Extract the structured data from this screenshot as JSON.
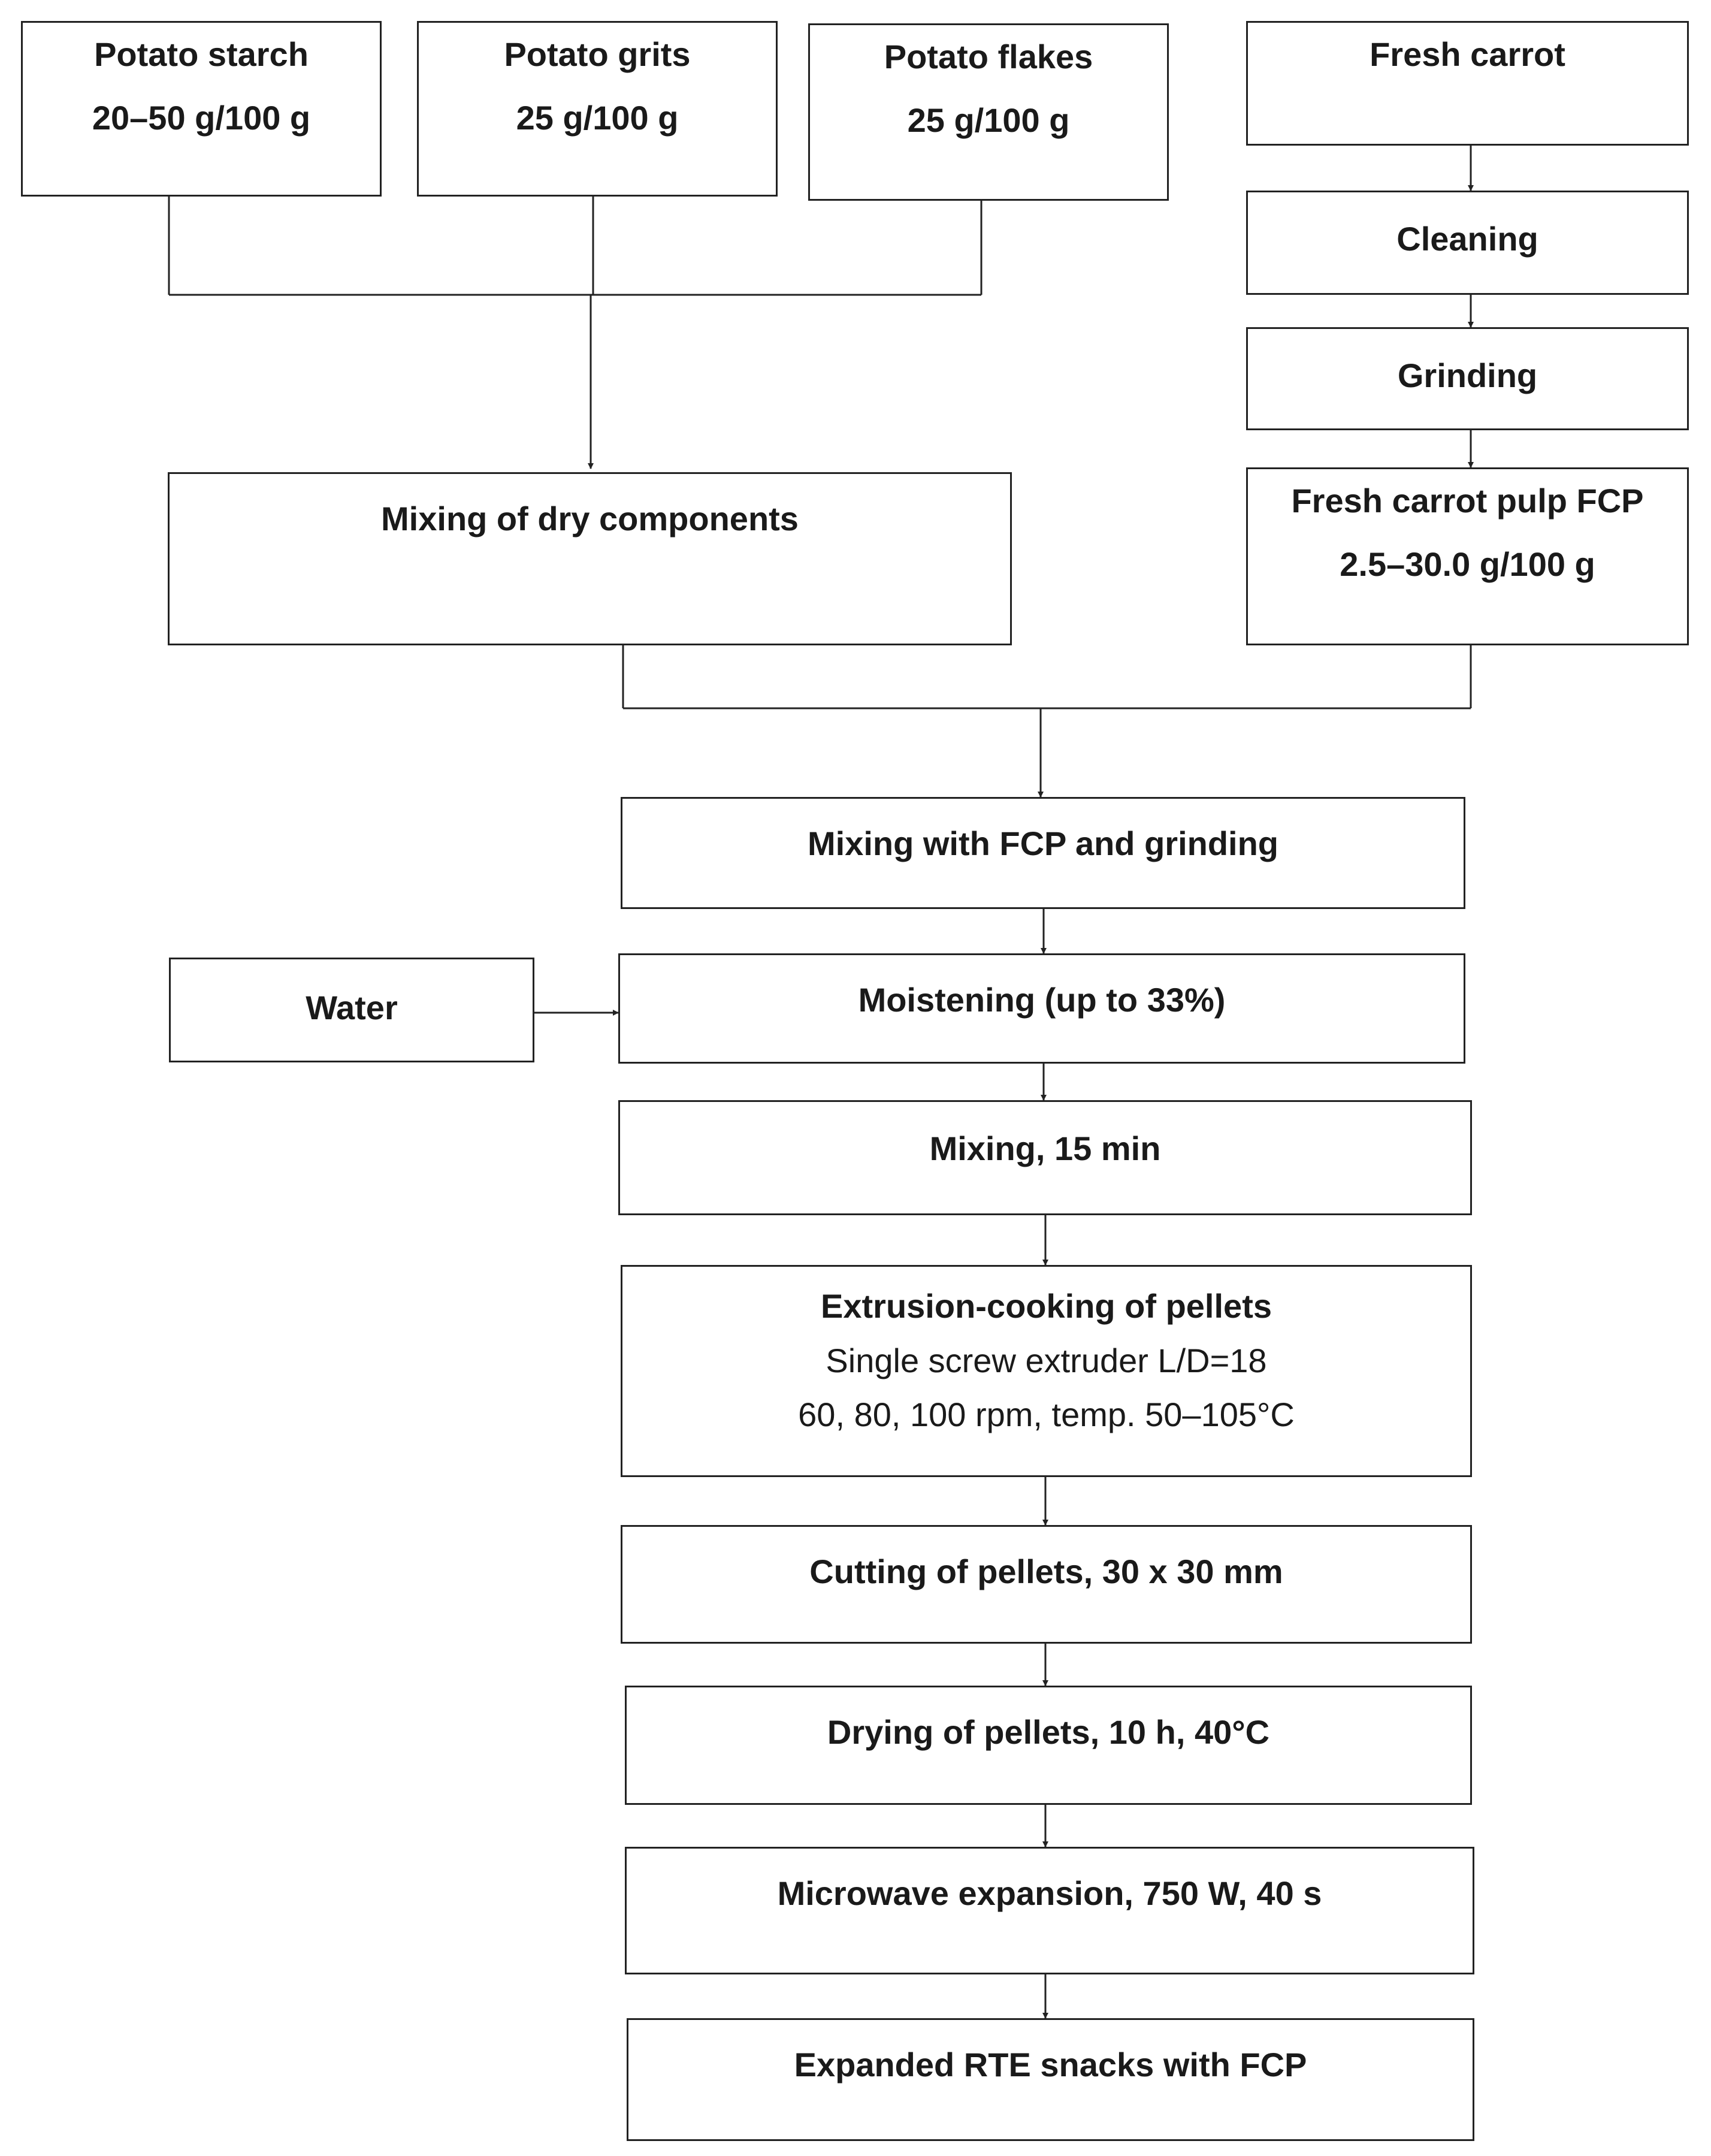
{
  "flowchart": {
    "potato_starch": [
      "Potato starch",
      "20–50 g/100 g"
    ],
    "potato_grits": [
      "Potato grits",
      "25 g/100 g"
    ],
    "potato_flakes": [
      "Potato flakes",
      "25 g/100 g"
    ],
    "fresh_carrot": [
      "Fresh carrot"
    ],
    "cleaning": [
      "Cleaning"
    ],
    "grinding": [
      "Grinding"
    ],
    "fresh_carrot_pulp": [
      "Fresh carrot pulp FCP",
      "2.5–30.0 g/100 g"
    ],
    "mixing_dry": [
      "Mixing of dry components"
    ],
    "mixing_fcp": [
      "Mixing with FCP and grinding"
    ],
    "water": [
      "Water"
    ],
    "moistening": [
      "Moistening (up to 33%)"
    ],
    "mixing_15": [
      "Mixing, 15 min"
    ],
    "extrusion": [
      "Extrusion-cooking of pellets",
      "Single screw extruder L/D=18",
      "60, 80, 100 rpm, temp. 50–105°C"
    ],
    "cutting": [
      "Cutting of pellets, 30 x 30 mm"
    ],
    "drying": [
      "Drying of pellets, 10 h, 40°C"
    ],
    "microwave": [
      "Microwave expansion, 750 W, 40 s"
    ],
    "expanded": [
      "Expanded RTE snacks with FCP"
    ]
  }
}
